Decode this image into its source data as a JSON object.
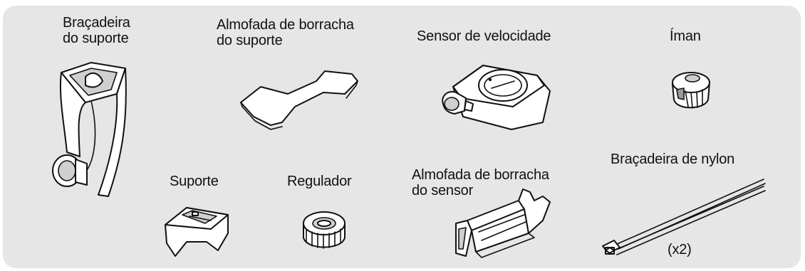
{
  "parts": {
    "bracket_band": {
      "label_line1": "Braçadeira",
      "label_line2": "do suporte"
    },
    "bracket_rubber_pad": {
      "label_line1": "Almofada de borracha",
      "label_line2": "do suporte"
    },
    "speed_sensor": {
      "label": "Sensor de velocidade"
    },
    "magnet": {
      "label": "Íman"
    },
    "bracket": {
      "label": "Suporte"
    },
    "dial": {
      "label": "Regulador"
    },
    "sensor_rubber_pad": {
      "label_line1": "Almofada de borracha",
      "label_line2": "do sensor"
    },
    "nylon_tie": {
      "label": "Braçadeira de nylon",
      "quantity": "(x2)"
    }
  },
  "colors": {
    "panel_background": "#e6e6e6",
    "line": "#111111"
  },
  "icons": [
    "bracket-band-illustration",
    "rubber-pad-illustration",
    "speed-sensor-illustration",
    "magnet-illustration",
    "bracket-illustration",
    "dial-illustration",
    "sensor-rubber-pad-illustration",
    "nylon-tie-illustration"
  ]
}
